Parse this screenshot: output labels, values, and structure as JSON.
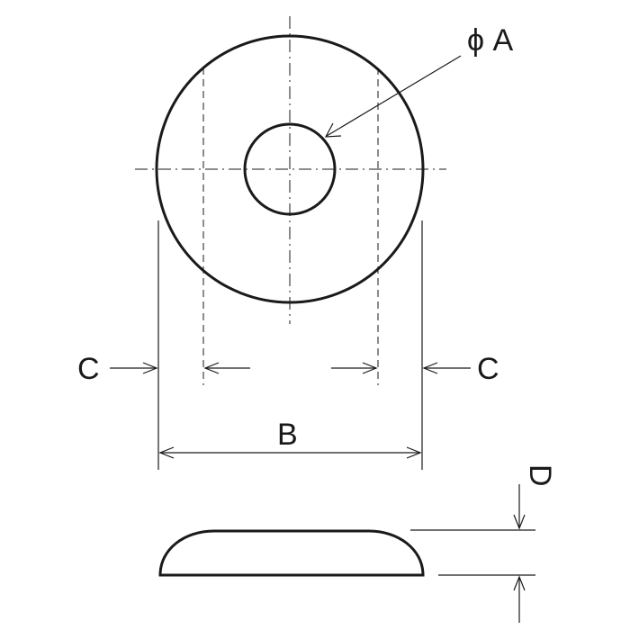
{
  "labels": {
    "diameter": "ϕ A",
    "width": "B",
    "clearance_left": "C",
    "clearance_right": "C",
    "height": "D"
  },
  "colors": {
    "line": "#1a1a1a",
    "background": "#ffffff"
  }
}
